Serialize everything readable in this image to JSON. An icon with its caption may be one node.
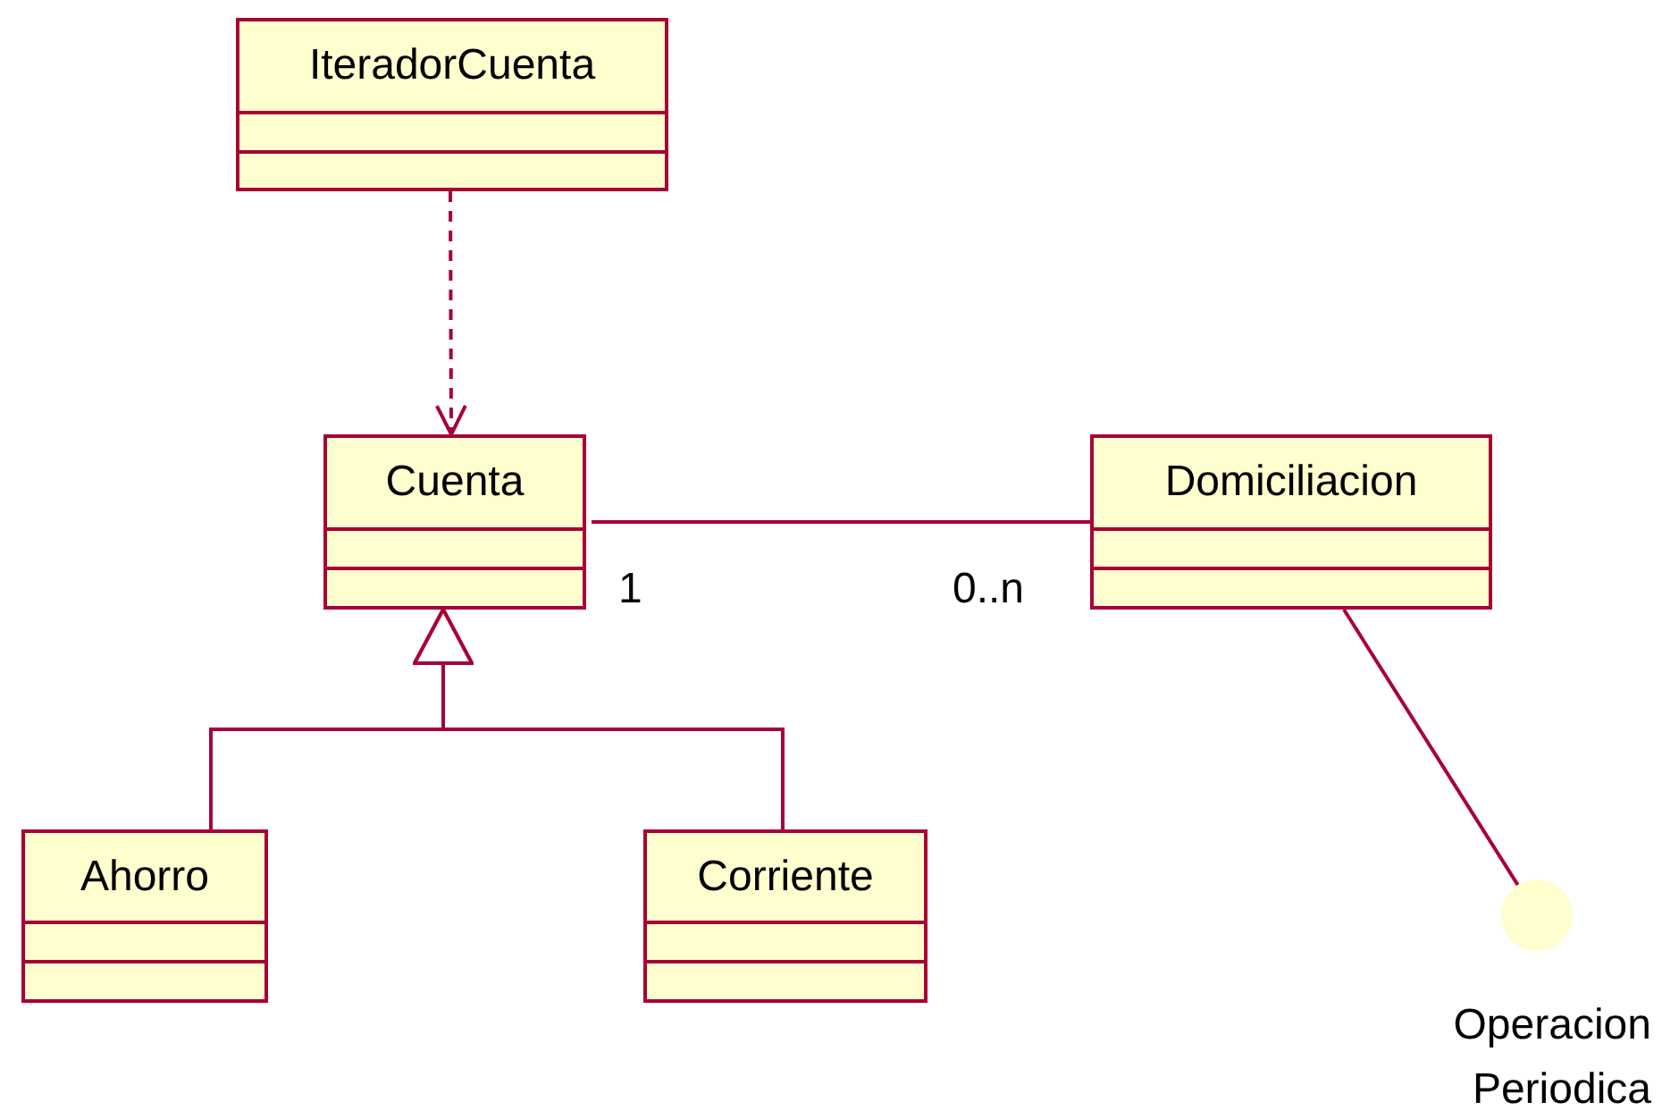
{
  "diagram": {
    "nodes": [
      {
        "text": [
          "IteradorCuenta"
        ]
      },
      {
        "text": [
          "Cuenta"
        ]
      },
      {
        "text": [
          "Domiciliacion"
        ]
      },
      {
        "text": [
          "Ahorro"
        ]
      },
      {
        "text": [
          "Corriente"
        ]
      },
      {
        "text": [],
        "shape": "circle",
        "beside": [
          "Operacion Periodica"
        ]
      }
    ],
    "edges": [
      {
        "from": 0,
        "to": 1,
        "arrow": "to",
        "style": "dashed"
      },
      {
        "from": 3,
        "to": 1,
        "arrow": "to"
      },
      {
        "from": 4,
        "to": 1,
        "arrow": "to"
      },
      {
        "from": 1,
        "to": 2,
        "arrow": "none"
      },
      {
        "from": 2,
        "to": 5,
        "arrow": "none"
      }
    ],
    "labels": [
      "1",
      "0..n"
    ]
  }
}
